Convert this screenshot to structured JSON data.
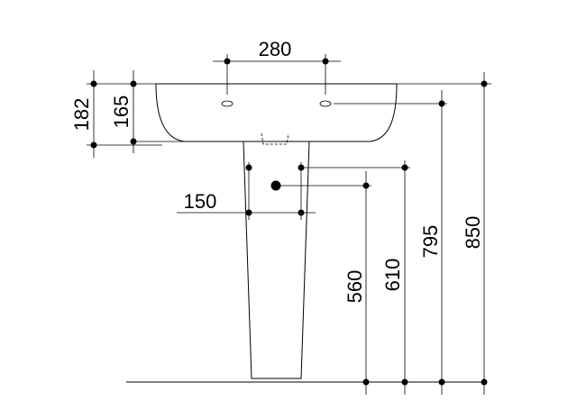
{
  "dimensions": {
    "tap_hole_spacing": "280",
    "basin_rim_height": "182",
    "basin_body_height": "165",
    "pedestal_spacing": "150",
    "waste_height": "560",
    "supply_height": "610",
    "tap_hole_height": "795",
    "overall_height": "850"
  }
}
